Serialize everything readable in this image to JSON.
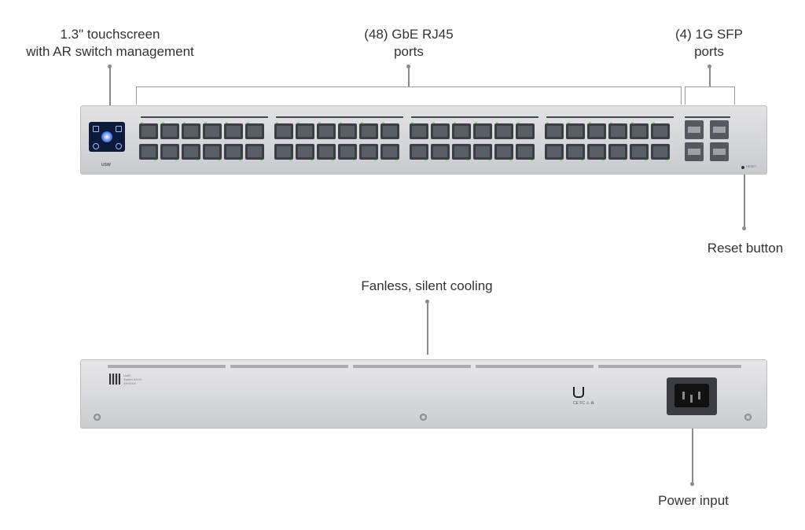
{
  "labels": {
    "touchscreen_line1": "1.3\" touchscreen",
    "touchscreen_line2": "with AR switch management",
    "rj45_line1": "(48) GbE RJ45",
    "rj45_line2": "ports",
    "sfp_line1": "(4) 1G SFP",
    "sfp_line2": "ports",
    "reset": "Reset button",
    "cooling": "Fanless, silent cooling",
    "power": "Power input"
  },
  "device": {
    "front_badge": "USW",
    "reset_marking": "RESET",
    "rear_sticker": [
      "UniFi",
      "Switch XXXX",
      "XXXXXX"
    ],
    "cert_marks": "CE FC ⚠ ♻"
  },
  "colors": {
    "port_led": "#7ee77a",
    "screen": "#0d1b3a",
    "chassis": "#d4d5d8"
  }
}
